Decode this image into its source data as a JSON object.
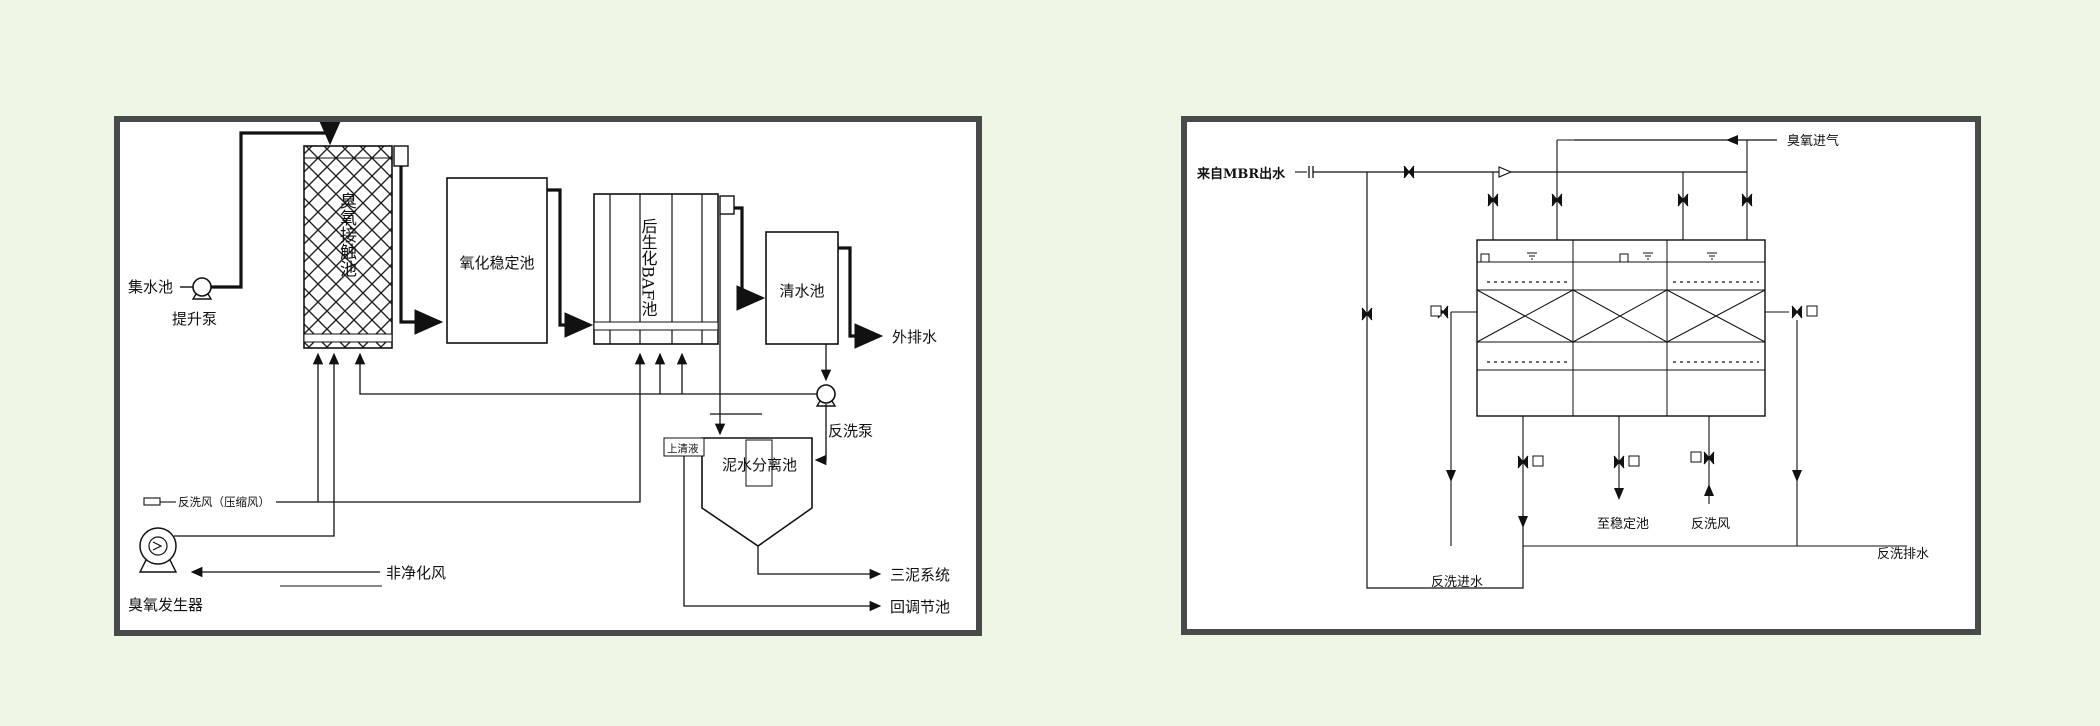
{
  "left_diagram": {
    "collecting_tank": "集水池",
    "lift_pump": "提升泵",
    "ozone_contact_tank": "臭氧接触池",
    "oxidation_stabilization_tank": "氧化稳定池",
    "bio_baf": "后生化BAF池",
    "clear_water_tank": "清水池",
    "discharge": "外排水",
    "backwash_pump": "反洗泵",
    "supernatant": "上清液",
    "sludge_water_separation": "泥水分离池",
    "sludge_system": "三泥系统",
    "return_to_equalization": "回调节池",
    "backwash_air": "反洗风（压缩风）",
    "ozone_generator": "臭氧发生器",
    "non_purified_air": "非净化风"
  },
  "right_diagram": {
    "from_mbr": "来自MBR出水",
    "ozone_inlet": "臭氧进气",
    "to_stabilization": "至稳定池",
    "backwash_air": "反洗风",
    "backwash_inlet": "反洗进水",
    "backwash_drain": "反洗排水"
  }
}
